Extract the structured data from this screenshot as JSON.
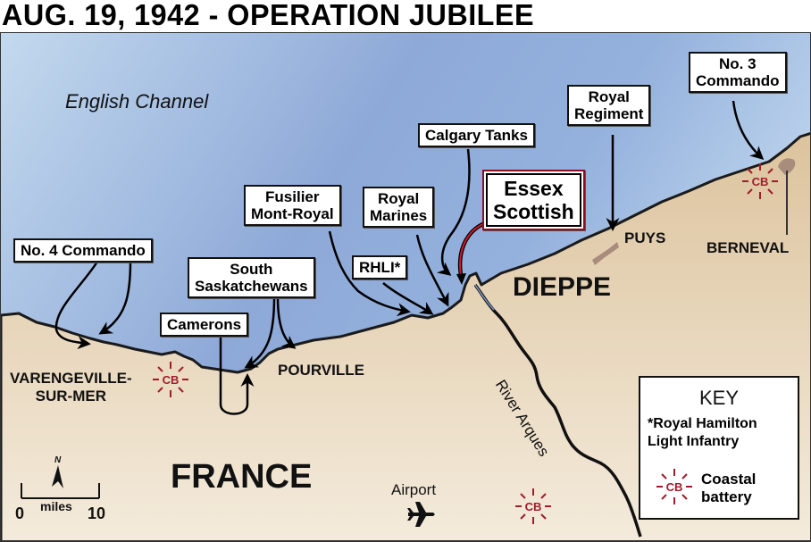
{
  "title": "AUG. 19, 1942 - OPERATION JUBILEE",
  "sea_label": "English Channel",
  "country_label": "FRANCE",
  "town_labels": {
    "dieppe": "DIEPPE",
    "puys": "PUYS",
    "berneval": "BERNEVAL",
    "pourville": "POURVILLE",
    "varengeville_line1": "VARENGEVILLE-",
    "varengeville_line2": "SUR-MER"
  },
  "river_label": "River Arques",
  "airport_label": "Airport",
  "units": [
    {
      "id": "no4",
      "lines": [
        "No. 4 Commando"
      ]
    },
    {
      "id": "camerons",
      "lines": [
        "Camerons"
      ]
    },
    {
      "id": "southsask",
      "lines": [
        "South",
        "Saskatchewans"
      ]
    },
    {
      "id": "fusilier",
      "lines": [
        "Fusilier",
        "Mont-Royal"
      ]
    },
    {
      "id": "rhli",
      "lines": [
        "RHLI*"
      ]
    },
    {
      "id": "marines",
      "lines": [
        "Royal",
        "Marines"
      ]
    },
    {
      "id": "calgary",
      "lines": [
        "Calgary Tanks"
      ]
    },
    {
      "id": "essex",
      "lines": [
        "Essex",
        "Scottish"
      ]
    },
    {
      "id": "royalreg",
      "lines": [
        "Royal",
        "Regiment"
      ]
    },
    {
      "id": "no3",
      "lines": [
        "No. 3",
        "Commando"
      ]
    }
  ],
  "coastal_battery_symbol": "CB",
  "key": {
    "title": "KEY",
    "asterisk_line1": "*Royal Hamilton",
    "asterisk_line2": "Light Infantry",
    "battery_line1": "Coastal",
    "battery_line2": "battery"
  },
  "scale": {
    "start": "0",
    "unit": "miles",
    "end": "10",
    "north": "N"
  },
  "colors": {
    "sea_light": "#c3d9ee",
    "sea_dark": "#7f9ed2",
    "land_light": "#f2e6d3",
    "land_dark": "#dcc29b",
    "battery_red": "#a01c2c",
    "essex_border": "#8b0d1e",
    "town_shape": "#a88c7c"
  }
}
